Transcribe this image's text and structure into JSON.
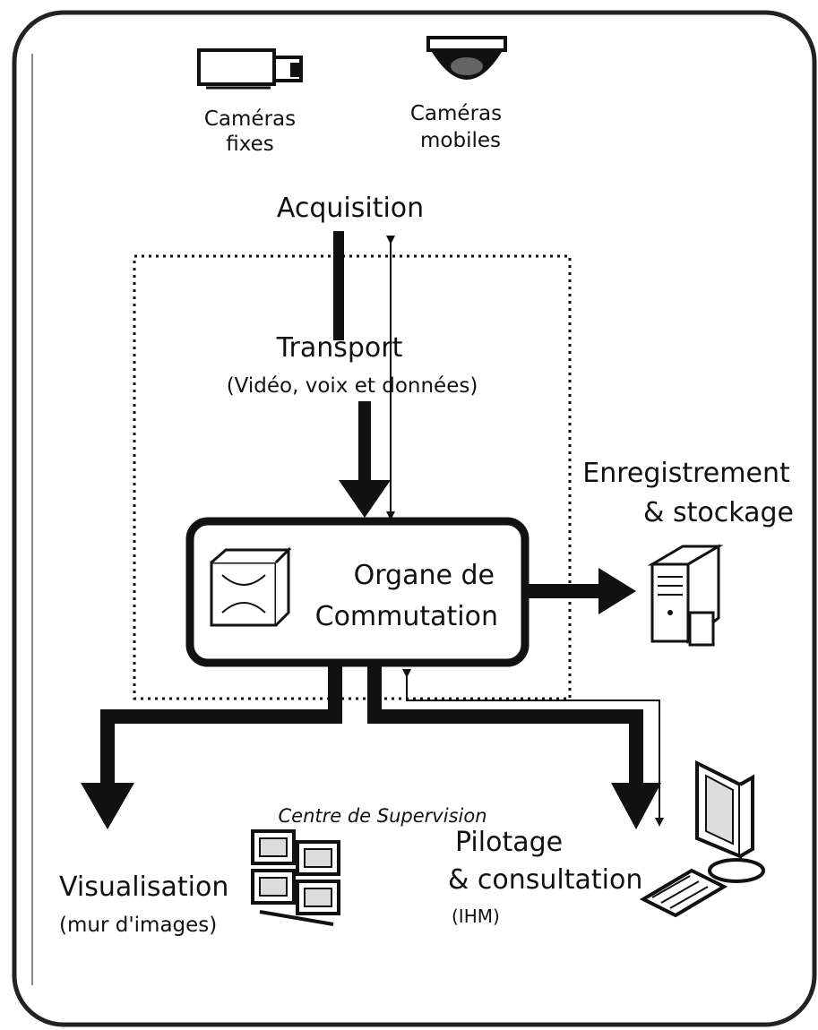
{
  "diagram": {
    "acquisition": {
      "title": "Acquisition",
      "fixed_cameras": [
        "Caméras",
        "fixes"
      ],
      "mobile_cameras": [
        "Caméras",
        "mobiles"
      ]
    },
    "transport": {
      "title": "Transport",
      "subtitle": "(Vidéo, voix et données)"
    },
    "switching": {
      "lines": [
        "Organe de",
        "Commutation"
      ]
    },
    "storage": {
      "lines": [
        "Enregistrement",
        "& stockage"
      ]
    },
    "supervision_center": "Centre de Supervision",
    "visualisation": {
      "lines": [
        "Visualisation",
        "(mur d'images)"
      ]
    },
    "control": {
      "lines": [
        "Pilotage",
        "& consultation",
        "(IHM)"
      ]
    }
  }
}
